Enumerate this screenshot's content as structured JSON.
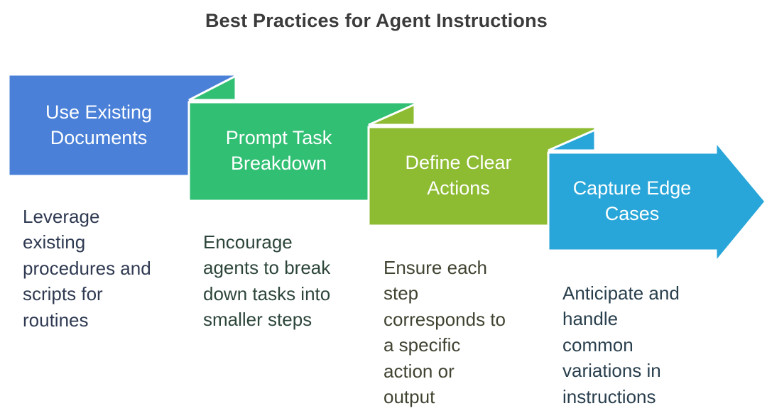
{
  "title": "Best Practices for Agent Instructions",
  "steps": [
    {
      "label": "Use Existing\nDocuments",
      "description": "Leverage\nexisting\nprocedures and\nscripts for\nroutines",
      "color": "#4A80D8",
      "text_color": "#2F3A52"
    },
    {
      "label": "Prompt Task\nBreakdown",
      "description": "Encourage\nagents to break\ndown tasks into\nsmaller steps",
      "color": "#31BF74",
      "text_color": "#2D463A"
    },
    {
      "label": "Define Clear\nActions",
      "description": "Ensure each\nstep\ncorresponds to\na specific\naction or\noutput",
      "color": "#8DBB32",
      "text_color": "#3F4431"
    },
    {
      "label": "Capture Edge\nCases",
      "description": "Anticipate and\nhandle\ncommon\nvariations in\ninstructions",
      "color": "#29A6D9",
      "text_color": "#293F4D"
    }
  ]
}
